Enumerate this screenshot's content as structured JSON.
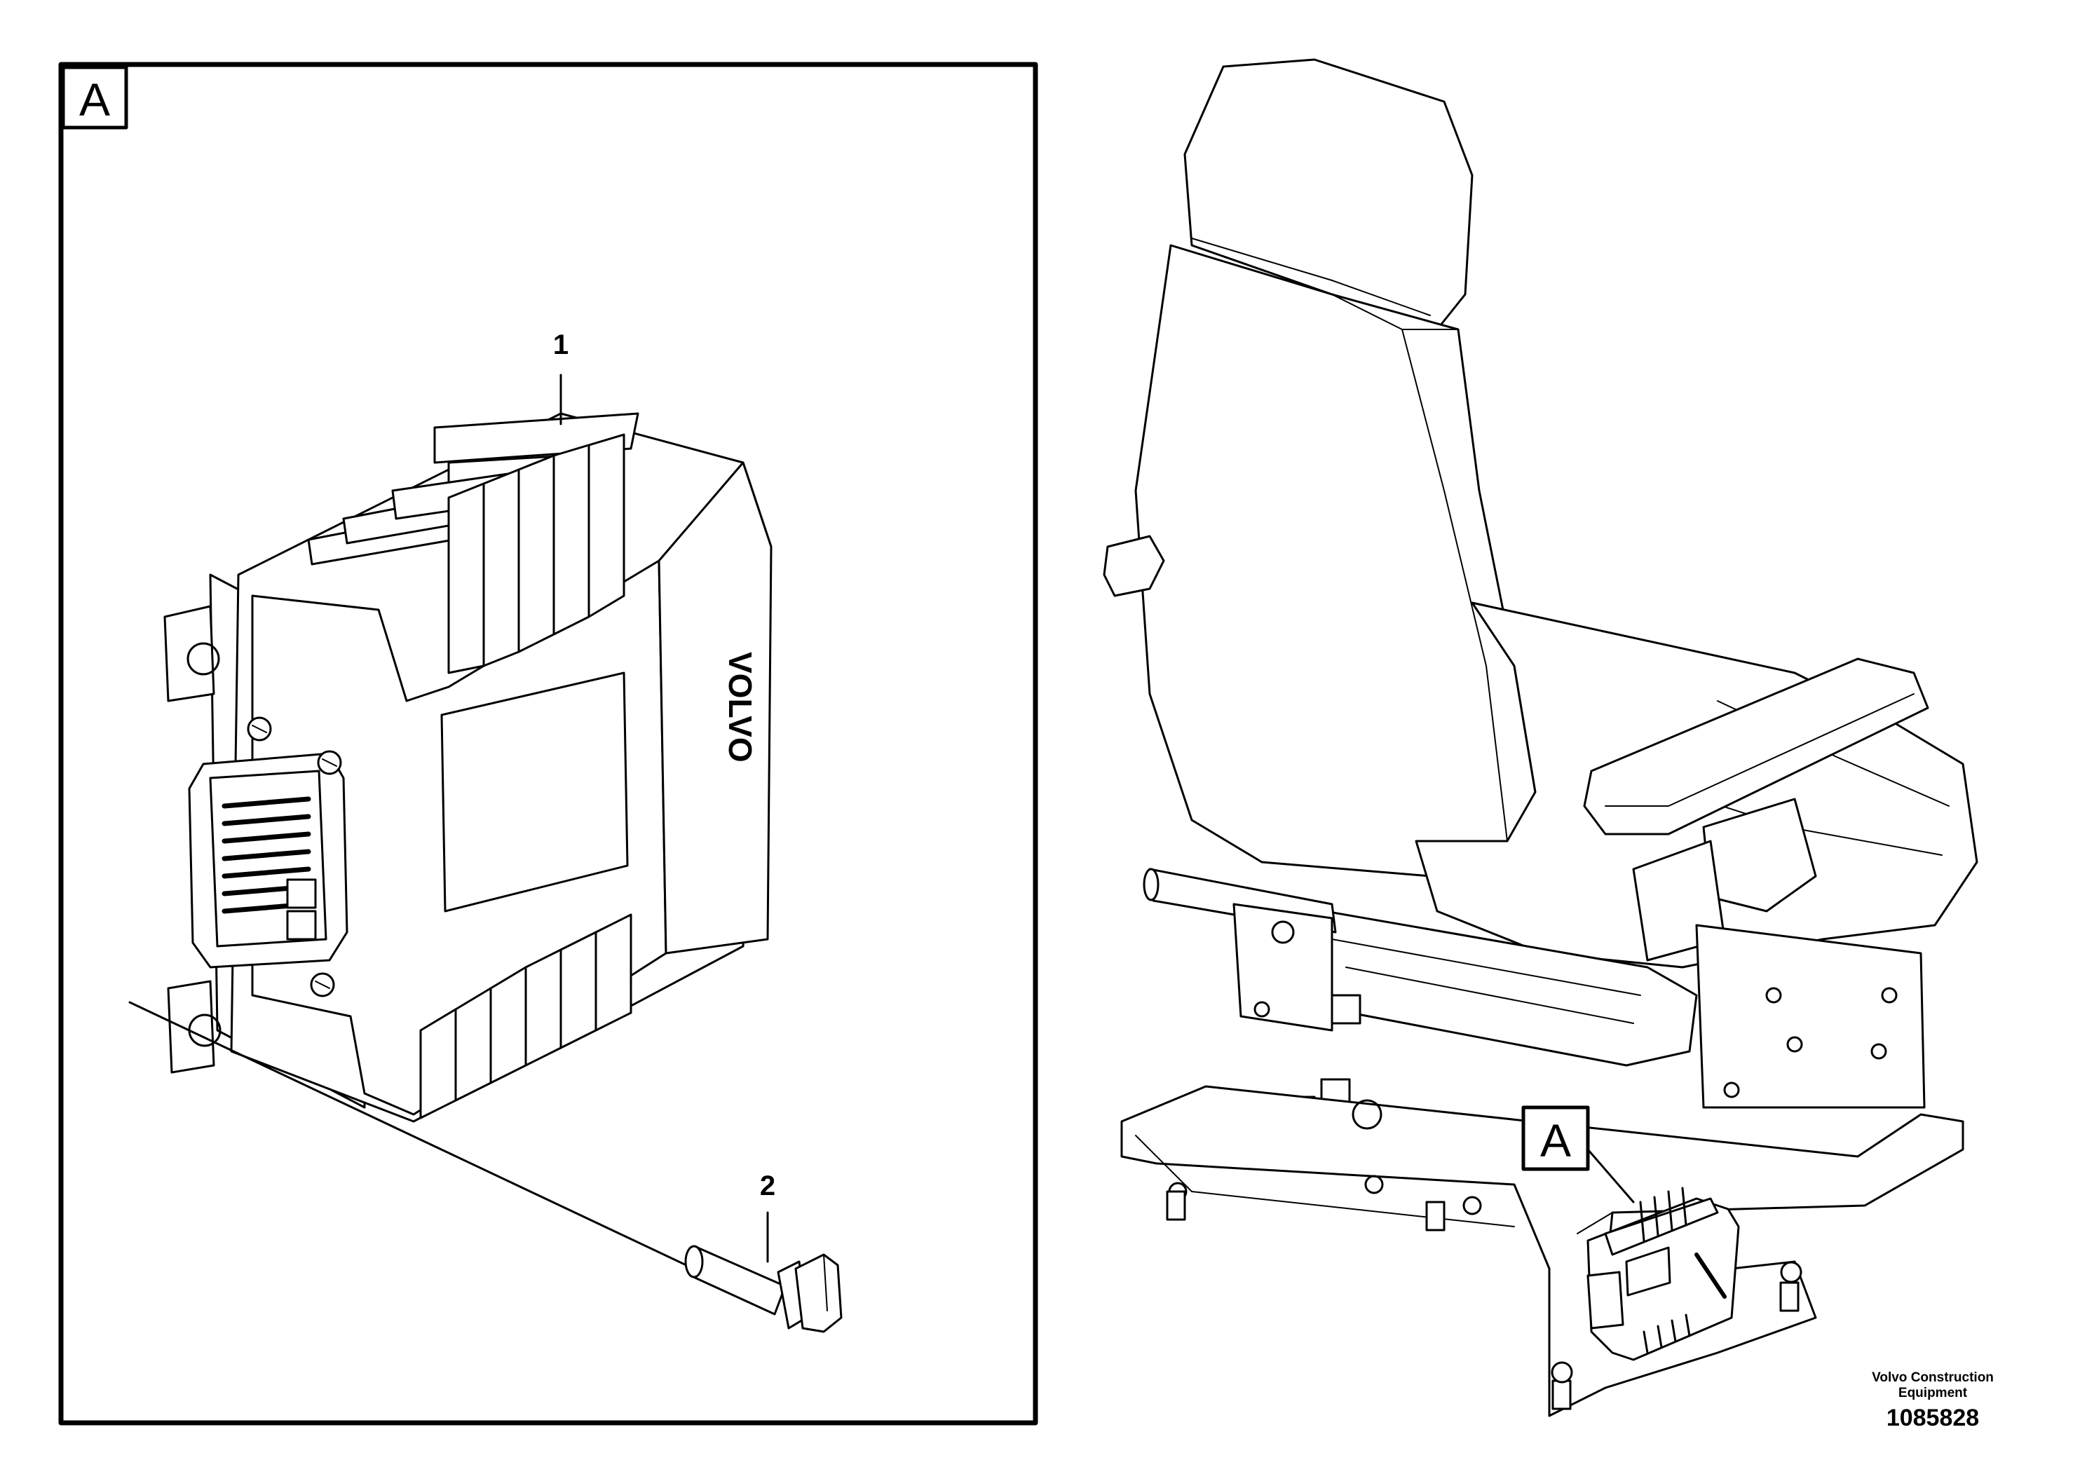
{
  "detail_view": {
    "label": "A",
    "callouts": [
      {
        "id": "ecu",
        "number": "1"
      },
      {
        "id": "screw",
        "number": "2"
      }
    ],
    "ecu_logo": "VOLVO"
  },
  "overview": {
    "detail_marker": "A"
  },
  "footer": {
    "org_line1": "Volvo Construction",
    "org_line2": "Equipment",
    "part_number": "1085828"
  }
}
